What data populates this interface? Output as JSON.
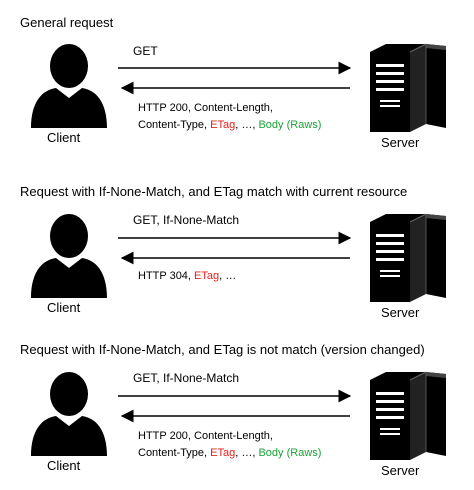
{
  "scenarios": [
    {
      "title": "General request",
      "request": "GET",
      "response_line1": {
        "prefix": "HTTP 200, Content-Length,"
      },
      "response_line2": {
        "prefix": "Content-Type, ",
        "etag": "ETag",
        "middle": ", …, ",
        "body": "Body (Raws)"
      },
      "client_label": "Client",
      "server_label": "Server"
    },
    {
      "title": "Request with If-None-Match, and ETag match with current resource",
      "request": "GET, If-None-Match",
      "response_line1": {
        "prefix": "HTTP 304, ",
        "etag": "ETag",
        "suffix": ", …"
      },
      "client_label": "Client",
      "server_label": "Server"
    },
    {
      "title": "Request with If-None-Match, and ETag is not match (version changed)",
      "request": "GET, If-None-Match",
      "response_line1": {
        "prefix": "HTTP 200, Content-Length,"
      },
      "response_line2": {
        "prefix": "Content-Type, ",
        "etag": "ETag",
        "middle": ", …, ",
        "body": "Body (Raws)"
      },
      "client_label": "Client",
      "server_label": "Server"
    }
  ],
  "colors": {
    "etag": "#e41f1f",
    "body": "#1aa338",
    "icon": "#000000"
  },
  "icons": {
    "client": "person-icon",
    "server": "server-tower-icon"
  }
}
